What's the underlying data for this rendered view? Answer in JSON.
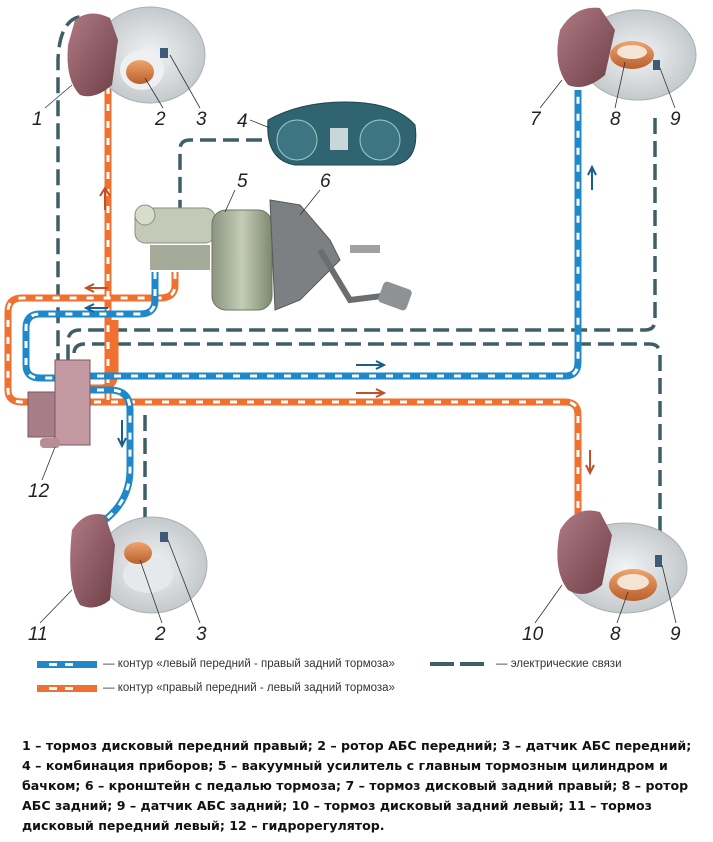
{
  "diagram": {
    "title": "Схема тормозной системы с АБС",
    "callouts": [
      "1",
      "2",
      "3",
      "4",
      "5",
      "6",
      "7",
      "8",
      "9",
      "10",
      "11",
      "12",
      "2",
      "3",
      "8",
      "9"
    ],
    "colors": {
      "circuit_blue": "#1e88c8",
      "circuit_orange": "#f07030",
      "electric": "#3f5f66",
      "caliper": "#8e5a64",
      "disc": "#d8dcdf",
      "rotor": "#d8814a",
      "booster": "#a7b09a",
      "cluster": "#2f6470"
    }
  },
  "legend": {
    "blue_circuit": "— контур «левый передний - правый задний тормоза»",
    "orange_circuit": "— контур «правый передний - левый задний тормоза»",
    "electric": "— электрические связи"
  },
  "caption": {
    "lines": [
      "1 – тормоз дисковый передний правый; 2 – ротор АБС передний; 3 – датчик АБС передний;",
      "4 – комбинация приборов; 5 – вакуумный усилитель с главным тормозным цилиндром и",
      "бачком; 6 – кронштейн с педалью тормоза; 7 – тормоз дисковый задний правый; 8 – ротор",
      "АБС задний; 9 – датчик АБС задний; 10 – тормоз дисковый задний левый; 11 – тормоз",
      "дисковый передний левый; 12 – гидрорегулятор."
    ]
  }
}
